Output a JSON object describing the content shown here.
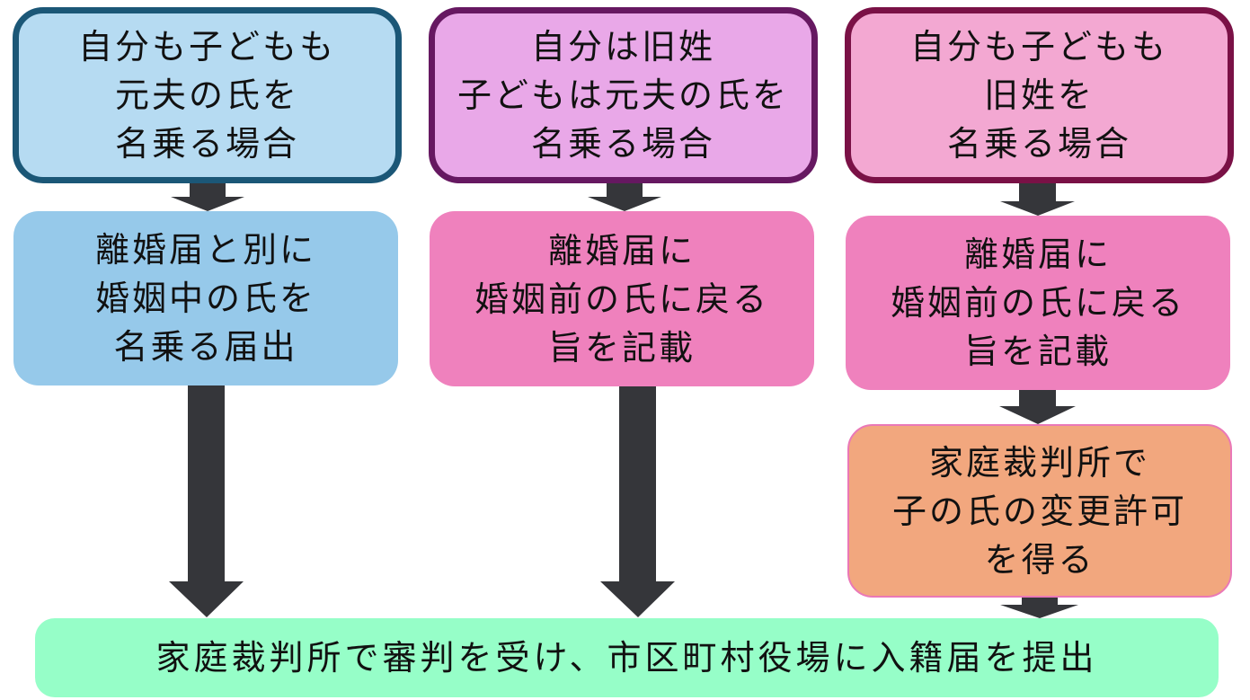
{
  "diagram": {
    "columns": [
      {
        "case_box": {
          "lines": [
            "自分も子どもも",
            "元夫の氏を",
            "名乗る場合"
          ],
          "fill": "#b6dbf2",
          "border": "#1b5777"
        },
        "step_box": {
          "lines": [
            "離婚届と別に",
            "婚姻中の氏を",
            "名乗る届出"
          ],
          "fill": "#96c9ea"
        }
      },
      {
        "case_box": {
          "lines": [
            "自分は旧姓",
            "子どもは元夫の氏を",
            "名乗る場合"
          ],
          "fill": "#e9a8e8",
          "border": "#661861"
        },
        "step_box": {
          "lines": [
            "離婚届に",
            "婚姻前の氏に戻る",
            "旨を記載"
          ],
          "fill": "#ef81bd"
        }
      },
      {
        "case_box": {
          "lines": [
            "自分も子どもも",
            "旧姓を",
            "名乗る場合"
          ],
          "fill": "#f3a8d2",
          "border": "#7a1146"
        },
        "step_box": {
          "lines": [
            "離婚届に",
            "婚姻前の氏に戻る",
            "旨を記載"
          ],
          "fill": "#ef81bd"
        },
        "extra_box": {
          "lines": [
            "家庭裁判所で",
            "子の氏の変更許可",
            "を得る"
          ],
          "fill": "#f2a77e",
          "border": "#ea78b7"
        }
      }
    ],
    "final_box": {
      "text": "家庭裁判所で審判を受け、市区町村役場に入籍届を提出",
      "fill": "#96fec8"
    },
    "arrow_color": "#35363a"
  }
}
